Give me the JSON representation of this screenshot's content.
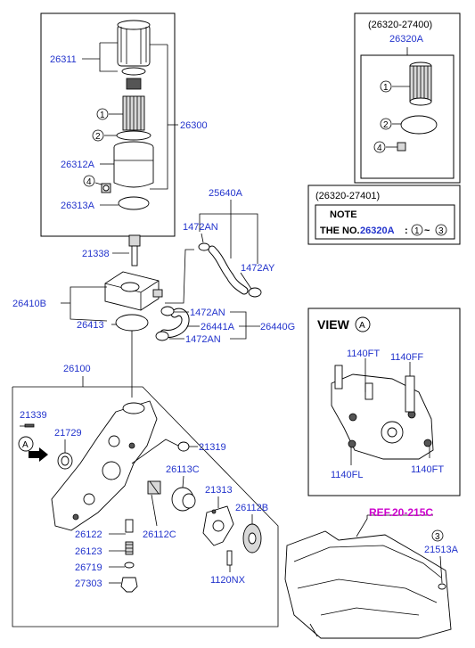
{
  "labels": {
    "p26311": "26311",
    "p26300": "26300",
    "p26312A": "26312A",
    "p26313A": "26313A",
    "p21338": "21338",
    "p26410B": "26410B",
    "p26413": "26413",
    "p25640A": "25640A",
    "p1472AN_a": "1472AN",
    "p1472AY": "1472AY",
    "p1472AN_b": "1472AN",
    "p26441A": "26441A",
    "p26440G": "26440G",
    "p1472AN_c": "1472AN",
    "p26100": "26100",
    "p21339": "21339",
    "p21729": "21729",
    "p21319": "21319",
    "p26113C": "26113C",
    "p21313": "21313",
    "p26112B": "26112B",
    "p26112C": "26112C",
    "p26122": "26122",
    "p26123": "26123",
    "p26719": "26719",
    "p27303": "27303",
    "p1120NX": "1120NX",
    "p21513A": "21513A",
    "ref": "REF.20-215C"
  },
  "kit_box": {
    "code": "(26320-27400)",
    "part": "26320A"
  },
  "note_box": {
    "code": "(26320-27401)",
    "title": "NOTE",
    "text_prefix": "THE NO.",
    "text_part": "26320A",
    "text_colon": ":",
    "range_sep": "~"
  },
  "view_box": {
    "title": "VIEW",
    "letter": "A",
    "l1140FT_a": "1140FT",
    "l1140FF": "1140FF",
    "l1140FL": "1140FL",
    "l1140FT_b": "1140FT"
  },
  "markers": {
    "m1": "1",
    "m2": "2",
    "m3": "3",
    "m4": "4",
    "mA": "A"
  }
}
